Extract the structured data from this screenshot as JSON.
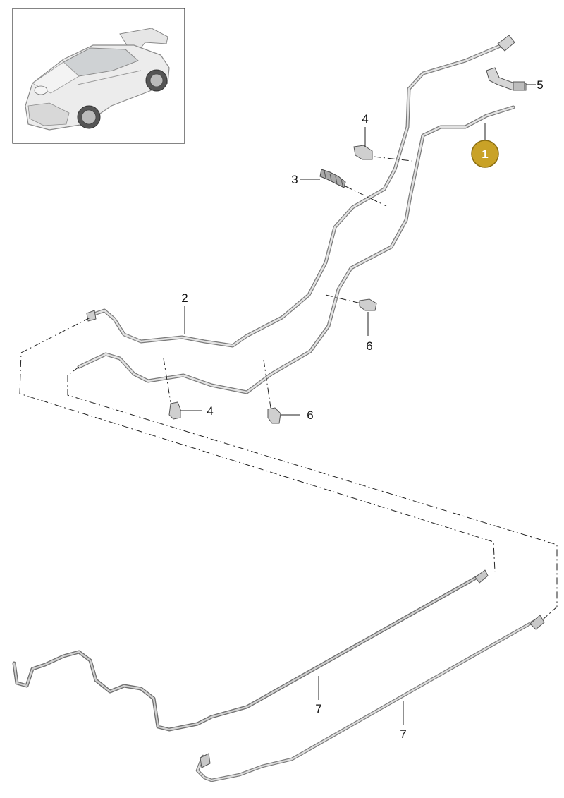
{
  "diagram": {
    "thumbnail": {
      "icon": "car-icon"
    },
    "highlighted_callout": {
      "label": "1",
      "color": "#c9a227"
    },
    "callouts": [
      {
        "id": "c2",
        "label": "2"
      },
      {
        "id": "c3",
        "label": "3"
      },
      {
        "id": "c4a",
        "label": "4"
      },
      {
        "id": "c4b",
        "label": "4"
      },
      {
        "id": "c5",
        "label": "5"
      },
      {
        "id": "c6a",
        "label": "6"
      },
      {
        "id": "c6b",
        "label": "6"
      },
      {
        "id": "c7a",
        "label": "7"
      },
      {
        "id": "c7b",
        "label": "7"
      }
    ],
    "colors": {
      "line": "#9a9a9a",
      "line_dark": "#6e6e6e",
      "leader": "#222222",
      "frame": "#333333"
    }
  }
}
